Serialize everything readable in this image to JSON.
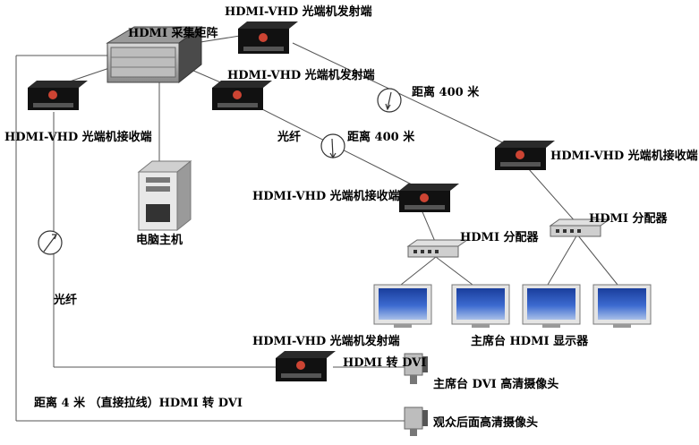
{
  "labels": {
    "matrix": "HDMI 采集矩阵",
    "tx_top": "HDMI-VHD 光端机发射端",
    "tx_mid": "HDMI-VHD 光端机发射端",
    "rx_left": "HDMI-VHD 光端机接收端",
    "fiber_mid": "光纤",
    "dist_mid": "距离 400 米",
    "dist_right": "距离 400 米",
    "rx_right": "HDMI-VHD 光端机接收端",
    "rx_center": "HDMI-VHD 光端机接收端",
    "splitter_right": "HDMI 分配器",
    "splitter_center": "HDMI 分配器",
    "pc": "电脑主机",
    "fiber_left": "光纤",
    "displays": "主席台 HDMI 显示器",
    "tx_bottom": "HDMI-VHD 光端机发射端",
    "hdmi_dvi": "HDMI 转 DVI",
    "camera_stage": "主席台 DVI 高清摄像头",
    "dist_direct": "距离 4 米  （直接拉线）HDMI 转 DVI",
    "camera_audience": "观众后面高清摄像头"
  }
}
